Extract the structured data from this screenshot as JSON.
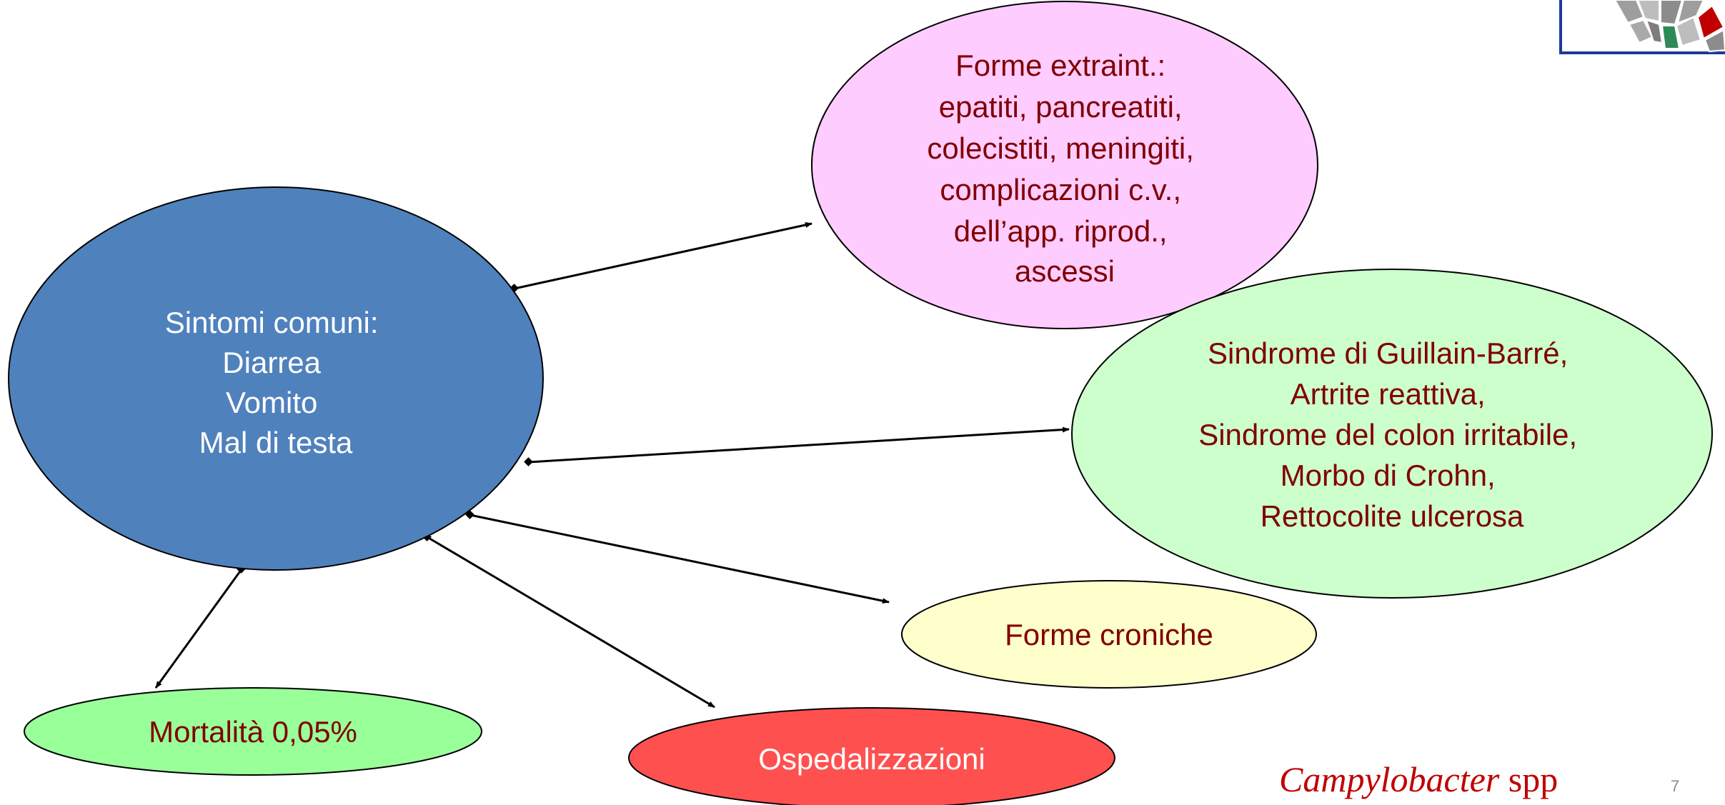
{
  "nodes": {
    "center": {
      "lines": [
        "Sintomi comuni:",
        "Diarrea",
        "Vomito",
        "Mal di testa"
      ],
      "fill": "#4f81bd",
      "text_color": "#ffffff"
    },
    "extraint": {
      "lines": [
        "Forme extraint.:",
        "epatiti,  pancreatiti,",
        "colecistiti, meningiti,",
        "complicazioni c.v.,",
        " dell’app. riprod.,",
        "ascessi"
      ],
      "fill": "#ffccff",
      "text_color": "#800000"
    },
    "guillain": {
      "lines": [
        "Sindrome di Guillain-Barré,",
        "Artrite reattiva,",
        "Sindrome del colon irritabile,",
        "Morbo di Crohn,",
        "Rettocolite ulcerosa"
      ],
      "fill": "#ccffcc",
      "text_color": "#800000"
    },
    "croniche": {
      "lines": [
        "Forme croniche"
      ],
      "fill": "#ffffcc",
      "text_color": "#800000"
    },
    "mortalita": {
      "lines": [
        "Mortalità  0,05%"
      ],
      "fill": "#99ff99",
      "text_color": "#800000"
    },
    "ospedal": {
      "lines": [
        "Ospedalizzazioni"
      ],
      "fill": "#ff5050",
      "text_color": "#ffffff"
    }
  },
  "edges": [
    {
      "from": "center",
      "to": "extraint"
    },
    {
      "from": "center",
      "to": "guillain"
    },
    {
      "from": "center",
      "to": "croniche"
    },
    {
      "from": "center",
      "to": "ospedal"
    },
    {
      "from": "center",
      "to": "mortalita"
    }
  ],
  "footer": {
    "genus": "Campylobacter",
    "suffix": " spp",
    "color": "#c00000"
  },
  "page_number": "7",
  "logo": {
    "name": "institution-logo"
  }
}
